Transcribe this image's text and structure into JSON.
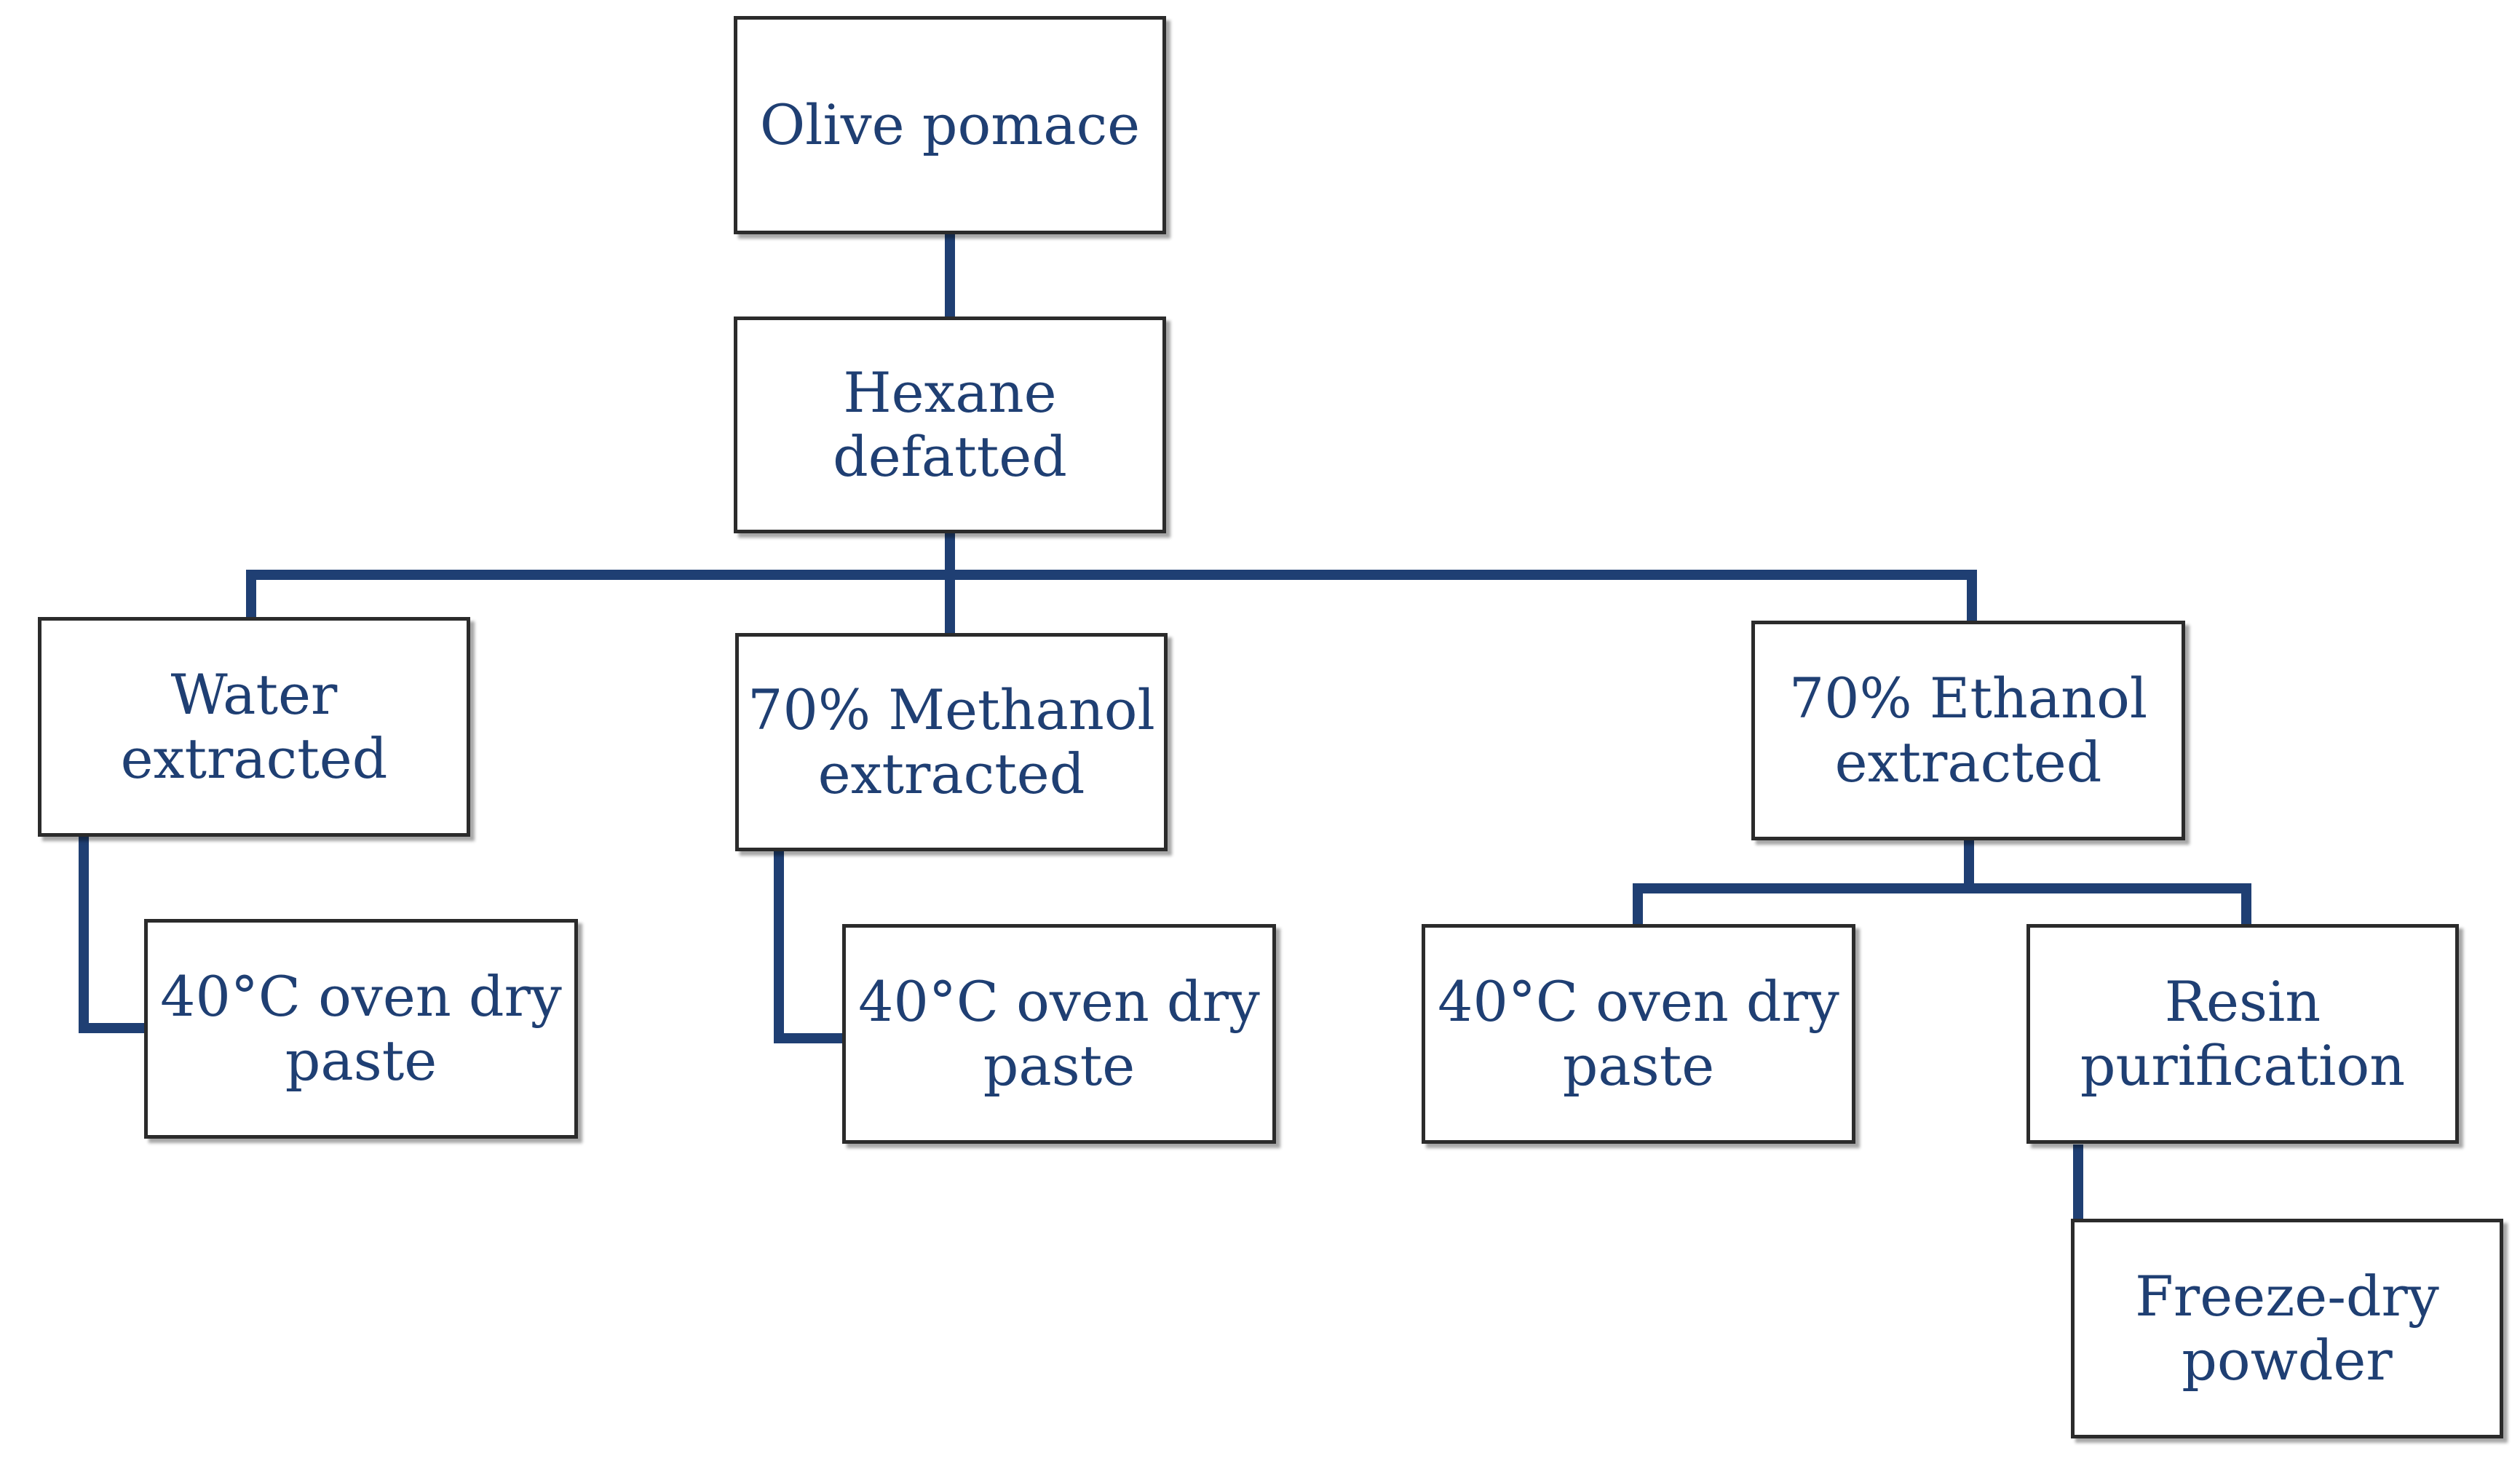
{
  "diagram": {
    "colors": {
      "text": "#1f3f73",
      "connector": "#1f3f73",
      "border": "#2b2b2b"
    },
    "nodes": {
      "olive_pomace": "Olive pomace",
      "hexane_defatted": "Hexane\ndefatted",
      "water_extracted": "Water\nextracted",
      "methanol_extracted": "70% Methanol\nextracted",
      "ethanol_extracted": "70% Ethanol\nextracted",
      "water_oven_dry": "40°C oven dry\npaste",
      "methanol_oven_dry": "40°C oven dry\npaste",
      "ethanol_oven_dry": "40°C oven dry\npaste",
      "resin_purification": "Resin\npurification",
      "freeze_dry_powder": "Freeze-dry\npowder"
    }
  }
}
